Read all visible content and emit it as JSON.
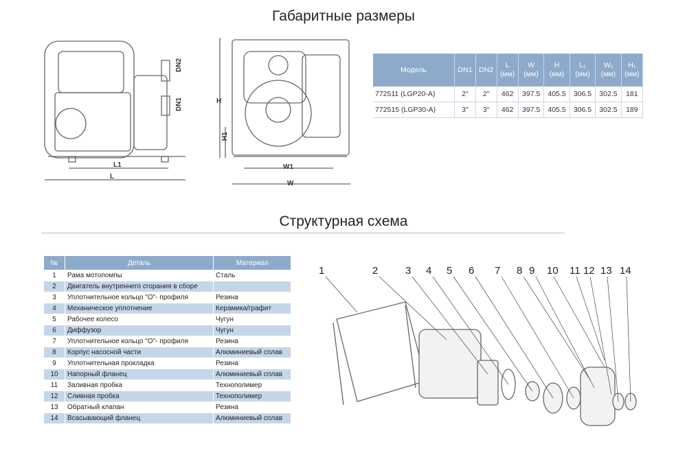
{
  "dimensions": {
    "title": "Габаритные размеры",
    "labels": {
      "dn2": "DN2",
      "dn1": "DN1",
      "l1": "L1",
      "l": "L",
      "h": "H",
      "h1": "H1",
      "w1": "W1",
      "w": "W"
    },
    "table": {
      "headers": [
        {
          "a": "Модель",
          "b": ""
        },
        {
          "a": "DN1",
          "b": ""
        },
        {
          "a": "DN2",
          "b": ""
        },
        {
          "a": "L",
          "b": "(мм)"
        },
        {
          "a": "W",
          "b": "(мм)"
        },
        {
          "a": "H",
          "b": "(мм)"
        },
        {
          "a": "L₁",
          "b": "(мм)"
        },
        {
          "a": "W₁",
          "b": "(мм)"
        },
        {
          "a": "H₁",
          "b": "(мм)"
        }
      ],
      "rows": [
        [
          "772511 (LGP20-A)",
          "2\"",
          "2\"",
          "462",
          "397.5",
          "405.5",
          "306.5",
          "302.5",
          "181"
        ],
        [
          "772515 (LGP30-A)",
          "3\"",
          "3\"",
          "462",
          "397.5",
          "405.5",
          "306.5",
          "302.5",
          "189"
        ]
      ]
    }
  },
  "structure": {
    "title": "Структурная схема",
    "headers": [
      "№",
      "Деталь",
      "Материал"
    ],
    "rows": [
      [
        "1",
        "Рама мотопомпы",
        "Сталь"
      ],
      [
        "2",
        "Двигатель внутреннего сгорания в сборе",
        ""
      ],
      [
        "3",
        " Уплотнительное кольцо \"О\"- профиля",
        "Резина"
      ],
      [
        "4",
        "Механическое уплотнение",
        "Керамика/графит"
      ],
      [
        "5",
        "Рабочее колесо",
        "Чугун"
      ],
      [
        "6",
        "Диффузор",
        "Чугун"
      ],
      [
        "7",
        "Уплотнительное кольцо \"О\"- профиля",
        "Резина"
      ],
      [
        "8",
        "Корпус насосной части",
        "Алюминиевый сплав"
      ],
      [
        "9",
        "Уплотнительная прокладка",
        "Резина"
      ],
      [
        "10",
        "Напорный фланец",
        "Алюминиевый сплав"
      ],
      [
        "11",
        "Заливная пробка",
        "Технополимер"
      ],
      [
        "12",
        "Сливная пробка",
        "Технополимер"
      ],
      [
        "13",
        "Обратный клапан",
        "Резина"
      ],
      [
        "14",
        "Всасывающий фланец",
        "Алюминиевый сплав"
      ]
    ],
    "callouts": [
      "1",
      "2",
      "3",
      "4",
      "5",
      "6",
      "7",
      "8",
      "9",
      "10",
      "11",
      "12",
      "13",
      "14"
    ]
  }
}
